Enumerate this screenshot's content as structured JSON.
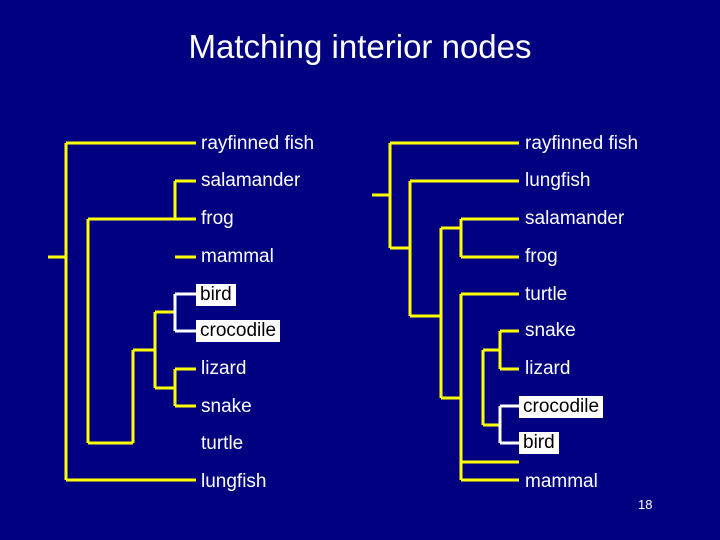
{
  "slide": {
    "title": "Matching interior nodes",
    "slide_number": "18"
  },
  "colors": {
    "background": "#000080",
    "tree_line": "#ffff00",
    "highlight_box": "#ffffff",
    "text": "#ffffff"
  },
  "left_tree": {
    "leaves": [
      {
        "label": "rayfinned fish",
        "highlighted": false
      },
      {
        "label": "salamander",
        "highlighted": false
      },
      {
        "label": "frog",
        "highlighted": false
      },
      {
        "label": "mammal",
        "highlighted": false
      },
      {
        "label": "bird",
        "highlighted": true
      },
      {
        "label": "crocodile",
        "highlighted": true
      },
      {
        "label": "lizard",
        "highlighted": false
      },
      {
        "label": "snake",
        "highlighted": false
      },
      {
        "label": "turtle",
        "highlighted": false
      },
      {
        "label": "lungfish",
        "highlighted": false
      }
    ]
  },
  "right_tree": {
    "leaves": [
      {
        "label": "rayfinned fish",
        "highlighted": false
      },
      {
        "label": "lungfish",
        "highlighted": false
      },
      {
        "label": "salamander",
        "highlighted": false
      },
      {
        "label": "frog",
        "highlighted": false
      },
      {
        "label": "turtle",
        "highlighted": false
      },
      {
        "label": "snake",
        "highlighted": false
      },
      {
        "label": "lizard",
        "highlighted": false
      },
      {
        "label": "crocodile",
        "highlighted": true
      },
      {
        "label": "bird",
        "highlighted": true
      },
      {
        "label": "mammal",
        "highlighted": false
      }
    ]
  }
}
